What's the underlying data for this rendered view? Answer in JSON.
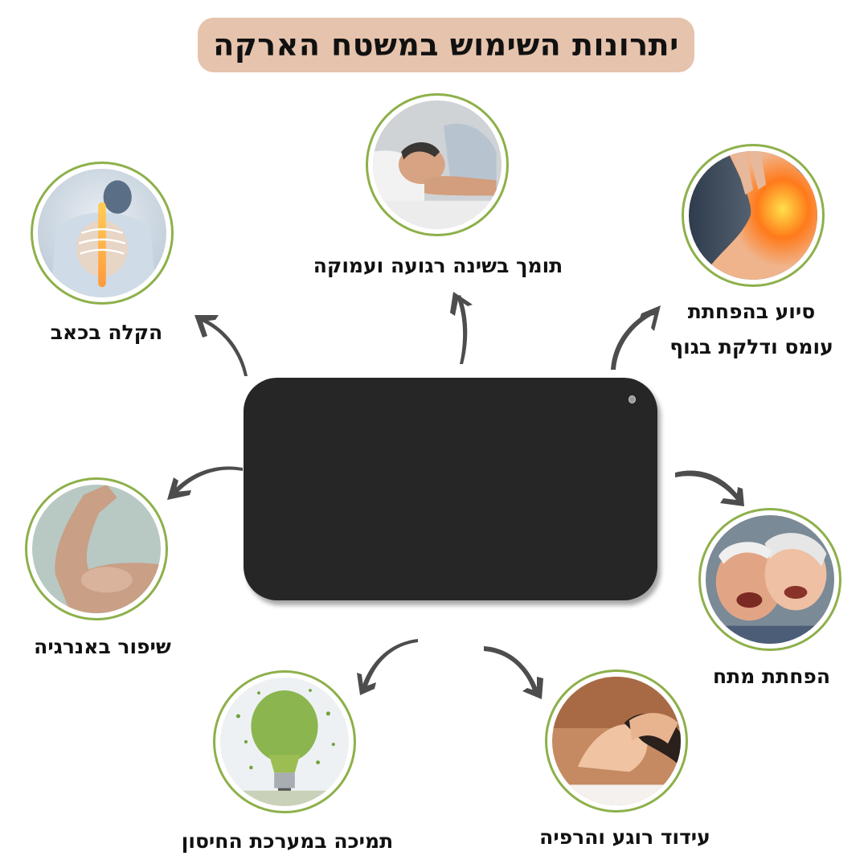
{
  "title": "יתרונות השימוש במשטח הארקה",
  "colors": {
    "title_bg": "#E6C3AD",
    "circle_border": "#8DB04A",
    "arrow": "#4D4D4D",
    "mat": "#262626",
    "text": "#111111"
  },
  "center_product": {
    "name": "grounding-mat",
    "icon": "mat-image"
  },
  "benefits": [
    {
      "id": "back-pain",
      "label": "הקלה בכאב",
      "image": "spine-back-pain-image"
    },
    {
      "id": "sleep",
      "label": "תומך בשינה רגועה ועמוקה",
      "image": "sleeping-man-image"
    },
    {
      "id": "inflammation",
      "label_line1": "סיוע בהפחתת",
      "label_line2": "עומס ודלקת בגוף",
      "image": "foot-inflammation-image"
    },
    {
      "id": "energy",
      "label": "שיפור באנרגיה",
      "image": "flexed-arm-image"
    },
    {
      "id": "stress",
      "label": "הפחתת מתח",
      "image": "laughing-elderly-couple-image"
    },
    {
      "id": "immune",
      "label": "תמיכה במערכת החיסון",
      "image": "green-lightbulb-image"
    },
    {
      "id": "relaxation",
      "label": "עידוד רוגע והרפיה",
      "image": "face-massage-image"
    }
  ]
}
